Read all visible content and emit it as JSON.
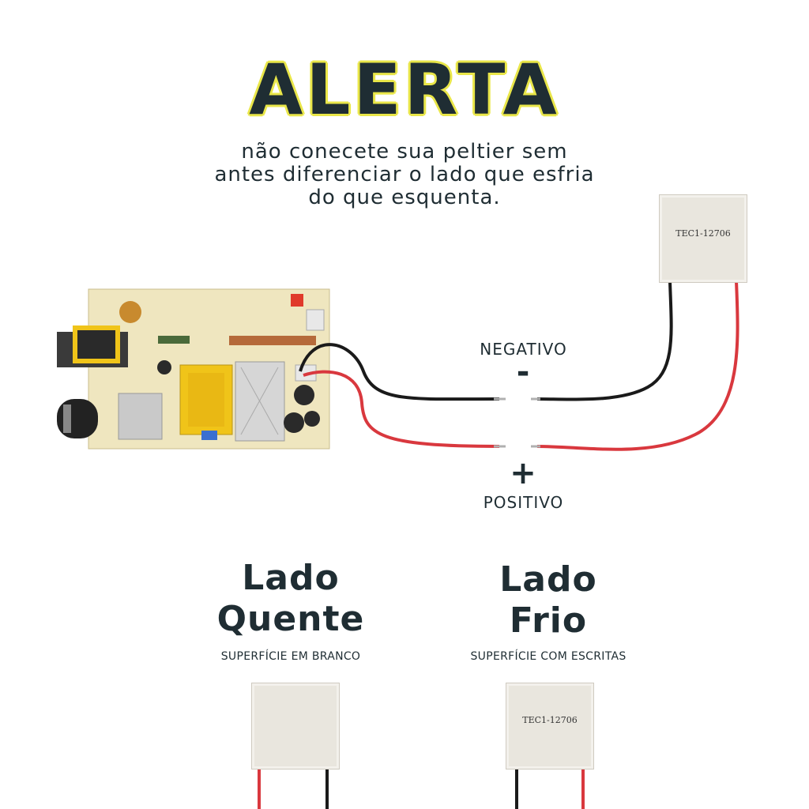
{
  "header": {
    "title": "ALERTA",
    "subtitle_lines": [
      "não conecete sua peltier sem",
      "antes diferenciar o lado que esfria",
      "do que esquenta."
    ]
  },
  "wiring": {
    "negative_label": "NEGATIVO",
    "negative_sign": "-",
    "positive_sign": "+",
    "positive_label": "POSITIVO",
    "module_marking": "TEC1-12706"
  },
  "sides": {
    "hot": {
      "title_line1": "Lado",
      "title_line2": "Quente",
      "caption": "SUPERFÍCIE EM BRANCO"
    },
    "cold": {
      "title_line1": "Lado",
      "title_line2": "Frio",
      "caption": "SUPERFÍCIE COM ESCRITAS",
      "module_marking": "TEC1-12706"
    }
  },
  "colors": {
    "text_dark": "#1f2d33",
    "title_glow": "#e9e64a",
    "wire_red": "#d9383e",
    "wire_black": "#1a1a1a",
    "pcb": "#efe6bf"
  }
}
